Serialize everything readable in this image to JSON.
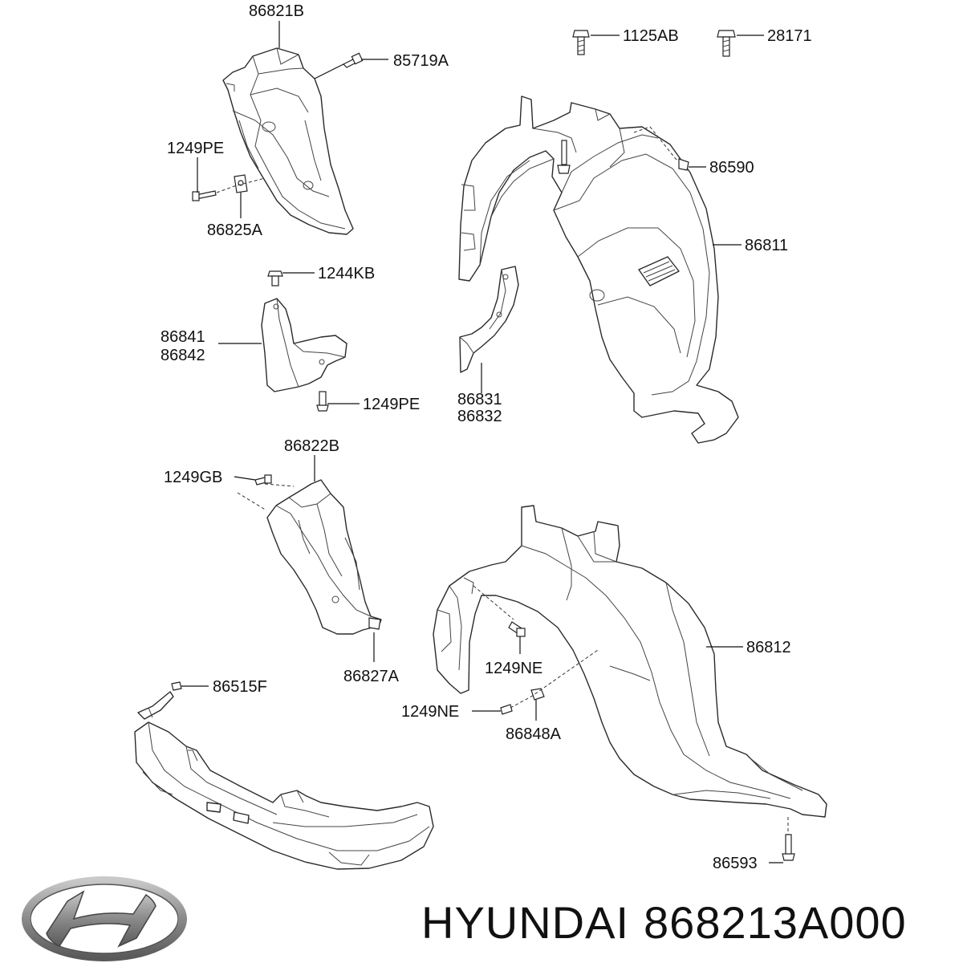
{
  "labels": {
    "p86821B": "86821B",
    "p85719A": "85719A",
    "p1125AB": "1125AB",
    "p28171": "28171",
    "p1249PE_a": "1249PE",
    "p86825A": "86825A",
    "p86590": "86590",
    "p86811": "86811",
    "p1244KB": "1244KB",
    "p86841": "86841",
    "p86842": "86842",
    "p1249PE_b": "1249PE",
    "p86831": "86831",
    "p86832": "86832",
    "p86822B": "86822B",
    "p1249GB": "1249GB",
    "p86827A": "86827A",
    "p86812": "86812",
    "p1249NE_a": "1249NE",
    "p86515F": "86515F",
    "p1249NE_b": "1249NE",
    "p86848A": "86848A",
    "p86593": "86593"
  },
  "footer": {
    "brand": "HYUNDAI",
    "part_number": "868213A000"
  },
  "logo": {
    "icon": "hyundai-logo-icon"
  }
}
